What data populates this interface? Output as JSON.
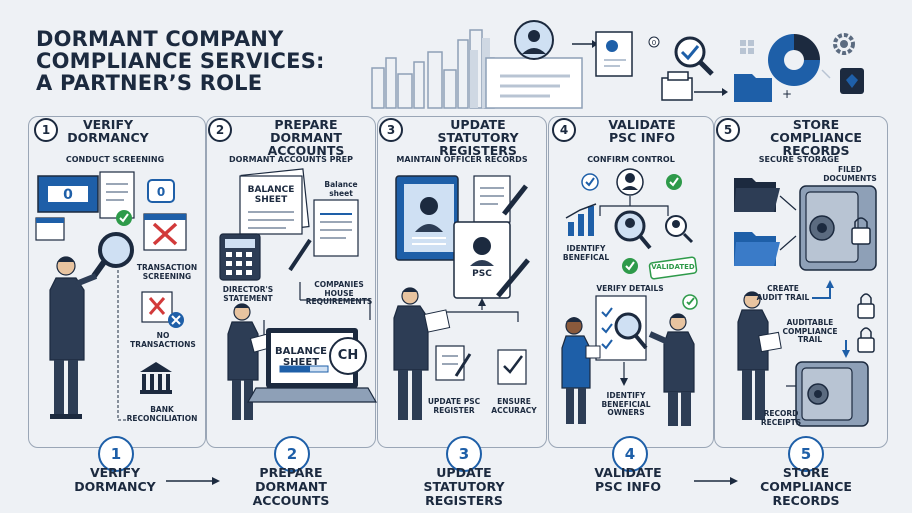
{
  "title": {
    "line1": "DORMANT COMPANY",
    "line2": "COMPLIANCE SERVICES:",
    "line3": "A PARTNER’S ROLE"
  },
  "steps": [
    {
      "number": "1",
      "title_line1": "VERIFY",
      "title_line2": "DORMANCY",
      "subtitle": "CONDUCT SCREENING",
      "labels": {
        "transaction_screening_1": "TRANSACTION",
        "transaction_screening_2": "SCREENING",
        "no_transactions_1": "NO",
        "no_transactions_2": "TRANSACTIONS",
        "bank_reconciliation_1": "BANK",
        "bank_reconciliation_2": "RECONCILIATION"
      }
    },
    {
      "number": "2",
      "title_line1": "PREPARE DORMANT",
      "title_line2": "ACCOUNTS",
      "subtitle": "DORMANT ACCOUNTS PREP",
      "labels": {
        "balance_sheet_1": "BALANCE",
        "balance_sheet_2": "SHEET",
        "balance_sheet_small_1": "Balance",
        "balance_sheet_small_2": "sheet",
        "directors_statement_1": "DIRECTOR'S",
        "directors_statement_2": "STATEMENT",
        "companies_house_1": "COMPANIES",
        "companies_house_2": "HOUSE REQUIREMENTS",
        "screen_sheet_1": "BALANCE",
        "screen_sheet_2": "SHEET",
        "ch": "CH"
      }
    },
    {
      "number": "3",
      "title_line1": "UPDATE STATUTORY",
      "title_line2": "REGISTERS",
      "subtitle": "MAINTAIN OFFICER RECORDS",
      "labels": {
        "psc": "PSC",
        "update_psc_1": "UPDATE PSC",
        "update_psc_2": "REGISTER",
        "ensure_accuracy_1": "ENSURE",
        "ensure_accuracy_2": "ACCURACY"
      }
    },
    {
      "number": "4",
      "title_line1": "VALIDATE",
      "title_line2": "PSC INFO",
      "subtitle": "CONFIRM CONTROL",
      "labels": {
        "identify_benefical_1": "IDENTIFY",
        "identify_benefical_2": "BENEFICAL",
        "validated": "VALIDATED",
        "verify_details": "VERIFY DETAILS",
        "identify_owners_1": "IDENTIFY",
        "identify_owners_2": "BENEFICIAL",
        "identify_owners_3": "OWNERS"
      }
    },
    {
      "number": "5",
      "title_line1": "STORE COMPLIANCE",
      "title_line2": "RECORDS",
      "subtitle": "SECURE STORAGE",
      "labels": {
        "filed_documents_1": "FILED",
        "filed_documents_2": "DOCUMENTS",
        "create_audit_1": "CREATE",
        "create_audit_2": "AUDIT TRAIL",
        "auditable_1": "AUDITABLE",
        "auditable_2": "COMPLIANCE",
        "auditable_3": "TRAIL",
        "record_receipts_1": "RECORD",
        "record_receipts_2": "RECEIPTS"
      }
    }
  ],
  "bottom": [
    {
      "number": "1",
      "line1": "VERIFY",
      "line2": "DORMANCY"
    },
    {
      "number": "2",
      "line1": "PREPARE DORMANT",
      "line2": "ACCOUNTS"
    },
    {
      "number": "3",
      "line1": "UPDATE STATUTORY",
      "line2": "REGISTERS"
    },
    {
      "number": "4",
      "line1": "VALIDATE",
      "line2": "PSC INFO"
    },
    {
      "number": "5",
      "line1": "STORE COMPLIANCE",
      "line2": "RECORDS"
    }
  ],
  "screen_digits": {
    "left": "0",
    "badge": "0",
    "header_badge": "0"
  },
  "colors": {
    "navy": "#1c2a3f",
    "blue": "#1e5fa8",
    "light_blue": "#cfe0f3",
    "green": "#2e9a4a",
    "red": "#d23a3a"
  }
}
